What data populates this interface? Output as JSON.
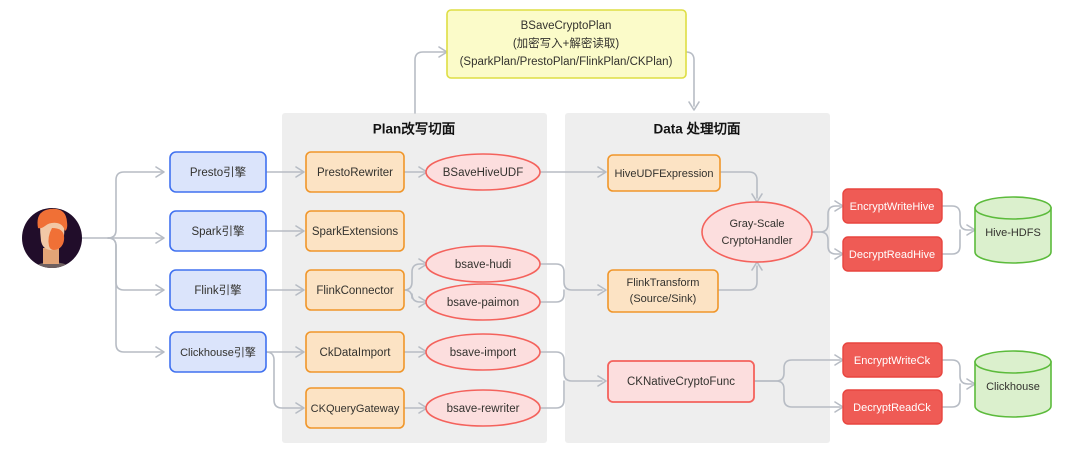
{
  "diagram": {
    "title_hidden": "",
    "colors": {
      "panel_bg": "#eeeeee",
      "blue_fill": "#dbe4fb",
      "blue_stroke": "#4071f0",
      "orange_fill": "#fce3c4",
      "orange_stroke": "#f0962a",
      "pink_fill": "#fcdede",
      "pink_stroke": "#f4625c",
      "red_fill": "#ef5b55",
      "red_stroke": "#e8453f",
      "yellow_fill": "#fbfbc9",
      "yellow_stroke": "#dede43",
      "green_fill": "#dbf0cd",
      "green_stroke": "#5cbb3c",
      "edge": "#b7bcc4"
    },
    "avatar": {
      "name": "user-avatar",
      "bg": "#210d2a",
      "hair": "#f07036",
      "skin": "#f2c8a6",
      "shoulders": "#6e6060"
    },
    "panels": [
      {
        "id": "plan",
        "title": "Plan改写切面"
      },
      {
        "id": "data",
        "title": "Data 处理切面"
      }
    ],
    "top_node": {
      "id": "bsavecryptoplan",
      "lines": [
        "BSaveCryptoPlan",
        "(加密写入+解密读取)",
        "(SparkPlan/PrestoPlan/FlinkPlan/CKPlan)"
      ]
    },
    "engines": [
      {
        "id": "presto",
        "label": "Presto引擎"
      },
      {
        "id": "spark",
        "label": "Spark引擎"
      },
      {
        "id": "flink",
        "label": "Flink引擎"
      },
      {
        "id": "clickhouse",
        "label": "Clickhouse引擎"
      }
    ],
    "plan_nodes": [
      {
        "id": "prestorewriter",
        "label": "PrestoRewriter"
      },
      {
        "id": "sparkextensions",
        "label": "SparkExtensions"
      },
      {
        "id": "flinkconnector",
        "label": "FlinkConnector"
      },
      {
        "id": "ckdataimport",
        "label": "CkDataImport"
      },
      {
        "id": "ckquerygateway",
        "label": "CKQueryGateway"
      }
    ],
    "plan_ellipses": [
      {
        "id": "bsavehiveudf",
        "label": "BSaveHiveUDF"
      },
      {
        "id": "bsave-hudi",
        "label": "bsave-hudi"
      },
      {
        "id": "bsave-paimon",
        "label": "bsave-paimon"
      },
      {
        "id": "bsave-import",
        "label": "bsave-import"
      },
      {
        "id": "bsave-rewriter",
        "label": "bsave-rewriter"
      }
    ],
    "data_nodes": [
      {
        "id": "hiveudfexpression",
        "label": "HiveUDFExpression"
      },
      {
        "id": "flinktransform",
        "line1": "FlinkTransform",
        "line2": "(Source/Sink)"
      },
      {
        "id": "cknativecryptofunc",
        "label": "CKNativeCryptoFunc"
      }
    ],
    "data_ellipse": {
      "id": "grayscalecryptohandler",
      "line1": "Gray-Scale",
      "line2": "CryptoHandler"
    },
    "action_nodes": [
      {
        "id": "encryptwritehive",
        "label": "EncryptWriteHive"
      },
      {
        "id": "decryptreadhive",
        "label": "DecryptReadHive"
      },
      {
        "id": "encryptwriteck",
        "label": "EncryptWriteCk"
      },
      {
        "id": "decryptreadck",
        "label": "DecryptReadCk"
      }
    ],
    "stores": [
      {
        "id": "hive-hdfs",
        "label": "Hive-HDFS"
      },
      {
        "id": "clickhouse-store",
        "label": "Clickhouse"
      }
    ]
  }
}
